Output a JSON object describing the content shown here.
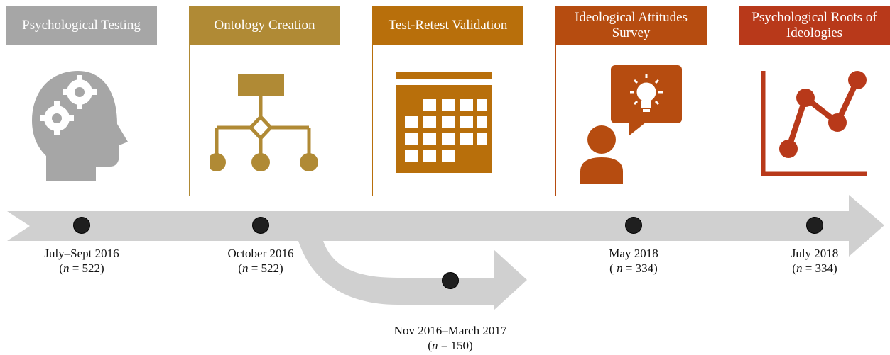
{
  "stages": [
    {
      "title": "Psychological Testing",
      "color": "#a6a6a6",
      "icon": "head-gears-icon"
    },
    {
      "title": "Ontology Creation",
      "color": "#b08a35",
      "icon": "hierarchy-icon"
    },
    {
      "title": "Test-Retest Validation",
      "color": "#b86f0b",
      "icon": "calendar-icon"
    },
    {
      "title": "Ideological Attitudes Survey",
      "color": "#b64c10",
      "icon": "idea-person-icon"
    },
    {
      "title": "Psychological Roots of Ideologies",
      "color": "#b8391a",
      "icon": "line-chart-icon"
    }
  ],
  "milestones": [
    {
      "date": "July–Sept 2016",
      "n_label": "n",
      "n_value": " = 522)"
    },
    {
      "date": "October 2016",
      "n_label": "n",
      "n_value": " = 522)"
    },
    {
      "date": "Nov 2016–March 2017",
      "n_label": "n",
      "n_value": " = 150)"
    },
    {
      "date": "May 2018",
      "n_label": "n",
      "n_value": " = 334)"
    },
    {
      "date": "July 2018",
      "n_label": "n",
      "n_value": " = 334)"
    }
  ],
  "colors": {
    "arrow": "#d0d0d0",
    "dot": "#1f1f1f"
  }
}
